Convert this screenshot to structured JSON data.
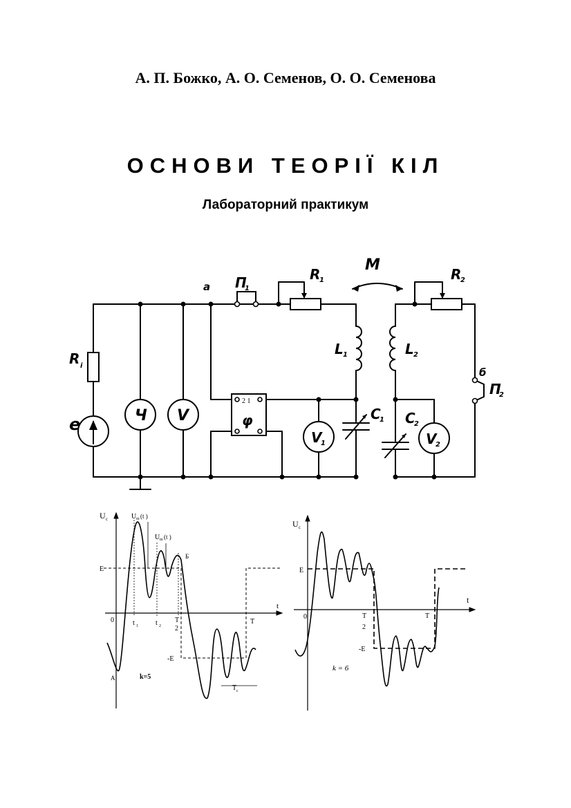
{
  "authors": "А. П. Божко, А. О. Семенов, О. О. Семенова",
  "title": "ОСНОВИ  ТЕОРІЇ  КІЛ",
  "subtitle": "Лабораторний практикум",
  "circuit": {
    "labels": {
      "R0": "R",
      "R0_sub": "i",
      "e": "e",
      "freq": "Ч",
      "volt": "V",
      "node_a": "a",
      "switch1": "П",
      "switch1_sub": "1",
      "R1": "R",
      "R1_sub": "1",
      "M": "M",
      "R2": "R",
      "R2_sub": "2",
      "L1": "L",
      "L1_sub": "1",
      "L2": "L",
      "L2_sub": "2",
      "node_b": "б",
      "switch2": "П",
      "switch2_sub": "2",
      "phase": "φ",
      "phase_pins": "2 1",
      "V1": "V",
      "V1_sub": "1",
      "V2": "V",
      "V2_sub": "2",
      "C1": "C",
      "C1_sub": "1",
      "C2": "C",
      "C2_sub": "2"
    }
  },
  "graph_left": {
    "y_axis": "U",
    "y_sub": "c",
    "x_axis": "t",
    "origin": "0",
    "E": "E",
    "minus_E": "-E",
    "t1": "t",
    "t1_sub": "1",
    "t2": "t",
    "t2_sub": "2",
    "half_T_num": "T",
    "half_T_den": "2",
    "T": "T",
    "Um1": "U",
    "Um1_sub": "m",
    "Um1_arg": "(t )",
    "Um2": "U",
    "Um2_sub": "m",
    "Um2_arg": "(t )",
    "point_A": "A",
    "point_B": "Б",
    "k": "k=5",
    "Tc": "T",
    "Tc_sub": "c"
  },
  "graph_right": {
    "y_axis": "U",
    "y_sub": "c",
    "x_axis": "t",
    "origin": "0",
    "E": "E",
    "minus_E": "-E",
    "half_T_num": "T",
    "half_T_den": "2",
    "T": "T",
    "k": "k = 6"
  }
}
